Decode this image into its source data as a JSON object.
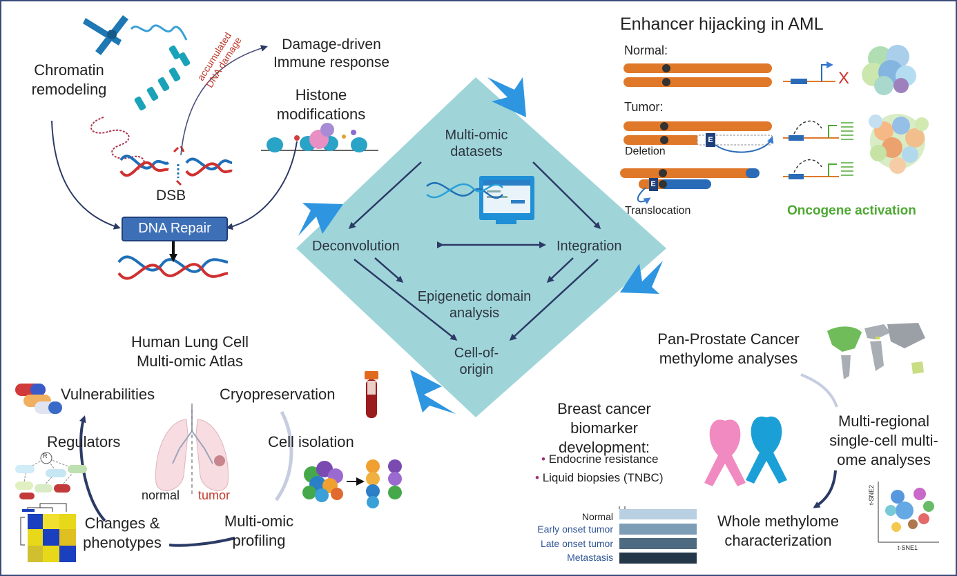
{
  "dna_module": {
    "chromatin_remodeling": [
      "Chromatin",
      "remodeling"
    ],
    "accumulated_damage": [
      "accumulated",
      "DNA damage"
    ],
    "damage_immune": [
      "Damage-driven",
      "Immune response"
    ],
    "histone": [
      "Histone",
      "modifications"
    ],
    "dsb": "DSB",
    "dna_repair": "DNA Repair"
  },
  "center": {
    "multiomic": [
      "Multi-omic",
      "datasets"
    ],
    "deconvolution": "Deconvolution",
    "integration": "Integration",
    "epigenetic": [
      "Epigenetic domain",
      "analysis"
    ],
    "cell_of_origin": [
      "Cell-of-",
      "origin"
    ]
  },
  "aml": {
    "title": "Enhancer hijacking in AML",
    "normal": "Normal:",
    "tumor": "Tumor:",
    "deletion": "Deletion",
    "translocation": "Translocation",
    "enhancer": "E",
    "cross": "X",
    "oncogene": "Oncogene activation"
  },
  "lung": {
    "title": [
      "Human Lung Cell",
      "Multi-omic Atlas"
    ],
    "vulnerabilities": "Vulnerabilities",
    "cryopreservation": "Cryopreservation",
    "regulators": "Regulators",
    "cell_isolation": "Cell isolation",
    "normal": "normal",
    "tumor": "tumor",
    "changes": [
      "Changes &",
      "phenotypes"
    ],
    "profiling": [
      "Multi-omic",
      "profiling"
    ],
    "network_node": "R"
  },
  "prostate": {
    "title": [
      "Pan-Prostate Cancer",
      "methylome analyses"
    ],
    "multiregional": [
      "Multi-regional",
      "single-cell multi-",
      "ome analyses"
    ],
    "whole": [
      "Whole methylome",
      "characterization"
    ],
    "tsne_y": "t-SNE2",
    "tsne_x": "t-SNE1"
  },
  "breast": {
    "title": [
      "Breast cancer",
      "biomarker",
      "development:"
    ],
    "bullets": [
      "Endocrine resistance",
      "Liquid biopsies (TNBC)"
    ]
  },
  "tracks": {
    "labels": [
      "Normal",
      "Early onset tumor",
      "Late onset tumor",
      "Metastasis"
    ]
  },
  "colors": {
    "diamond": "#9fd5d9",
    "orange": "#e0782a",
    "navy": "#2c3a66",
    "accent_blue": "#3d9be0",
    "green": "#4ea832"
  }
}
